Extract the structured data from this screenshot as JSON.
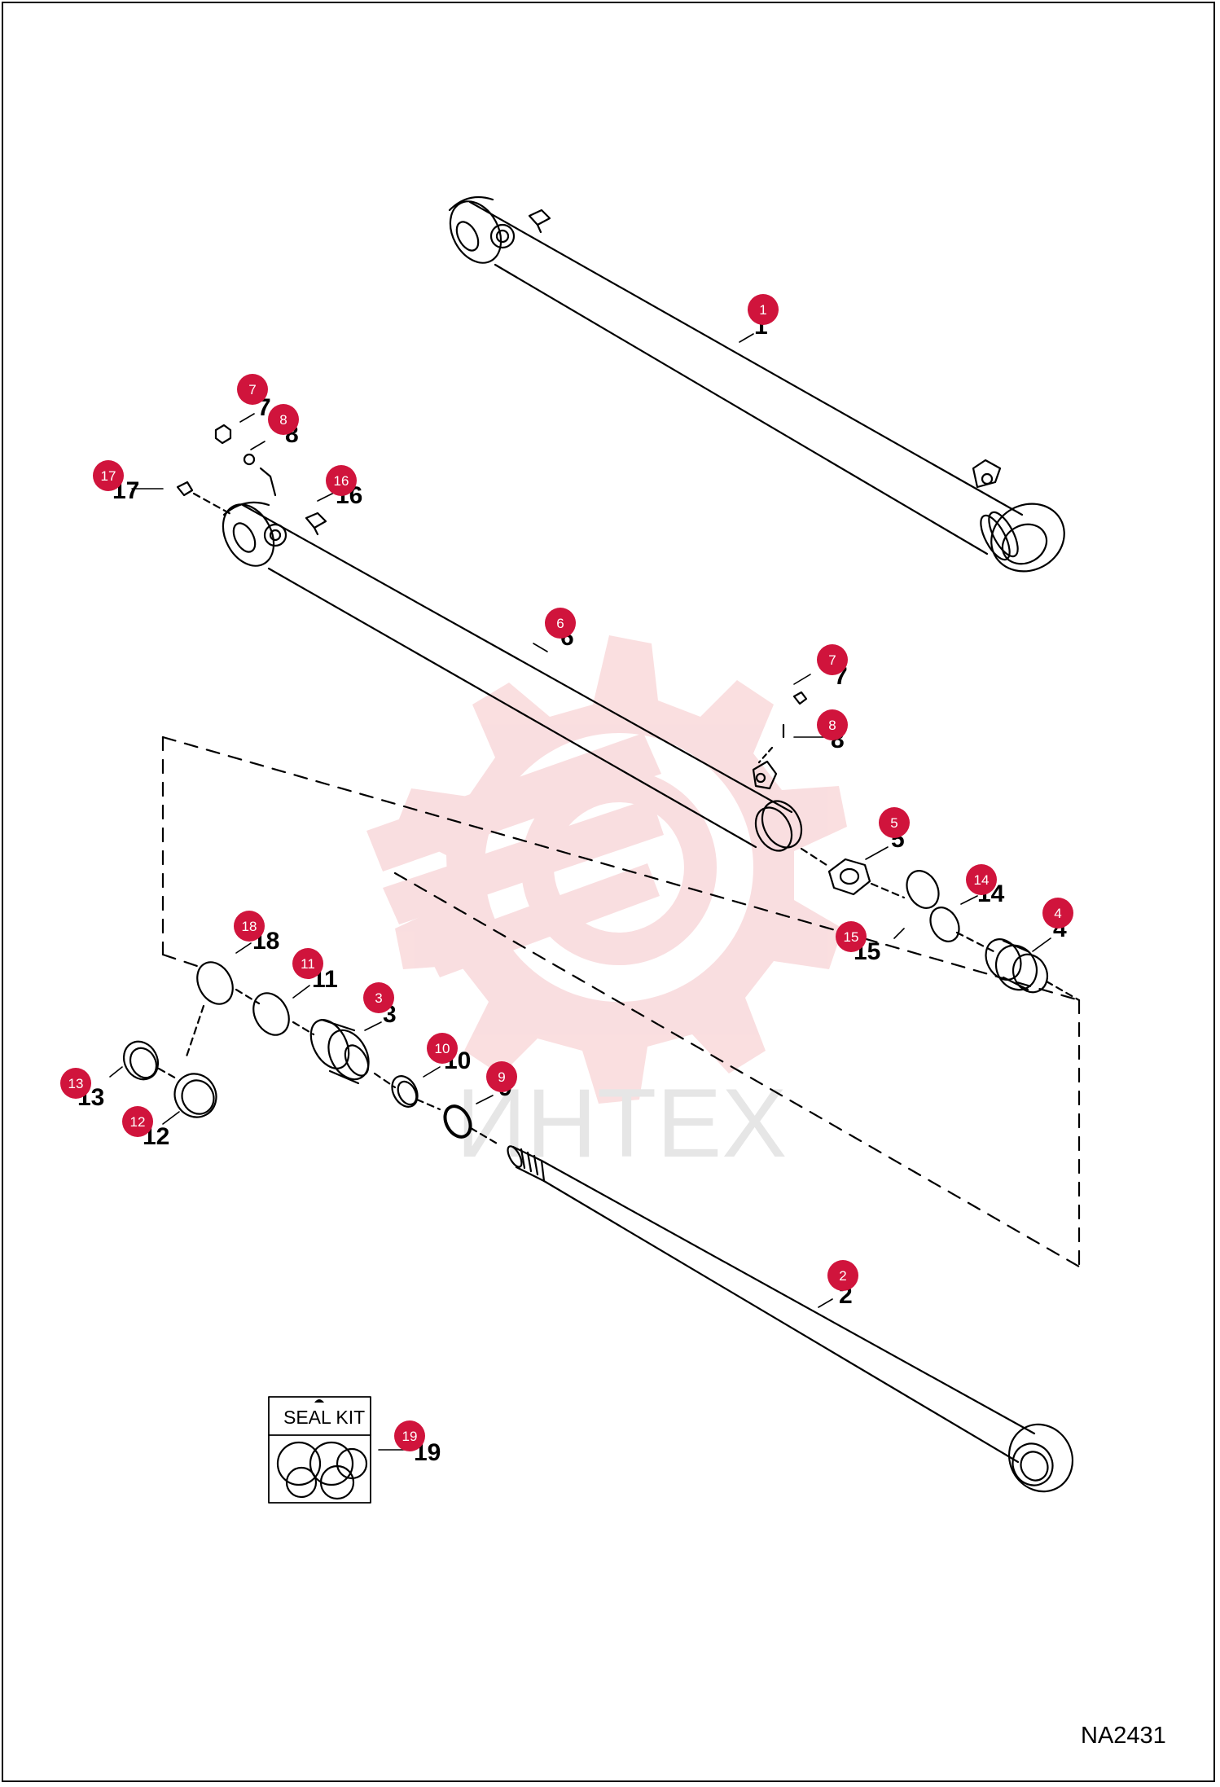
{
  "watermark_text": "ИНТЕХ",
  "drawing_number": "NA2431",
  "seal_kit": {
    "title": "SEAL KIT"
  },
  "parts": [
    {
      "id": "part-1",
      "number": "1"
    },
    {
      "id": "part-2",
      "number": "2"
    },
    {
      "id": "part-3",
      "number": "3"
    },
    {
      "id": "part-4",
      "number": "4"
    },
    {
      "id": "part-5",
      "number": "5"
    },
    {
      "id": "part-6",
      "number": "6"
    },
    {
      "id": "part-7a",
      "number": "7"
    },
    {
      "id": "part-7b",
      "number": "7"
    },
    {
      "id": "part-8a",
      "number": "8"
    },
    {
      "id": "part-8b",
      "number": "8"
    },
    {
      "id": "part-9",
      "number": "9"
    },
    {
      "id": "part-10",
      "number": "10"
    },
    {
      "id": "part-11",
      "number": "11"
    },
    {
      "id": "part-12",
      "number": "12"
    },
    {
      "id": "part-13",
      "number": "13"
    },
    {
      "id": "part-14",
      "number": "14"
    },
    {
      "id": "part-15",
      "number": "15"
    },
    {
      "id": "part-16",
      "number": "16"
    },
    {
      "id": "part-17",
      "number": "17"
    },
    {
      "id": "part-18",
      "number": "18"
    },
    {
      "id": "part-19",
      "number": "19"
    }
  ],
  "colors": {
    "callout": "#d0143c",
    "line": "#000000",
    "watermark": "#f6c9cc"
  }
}
